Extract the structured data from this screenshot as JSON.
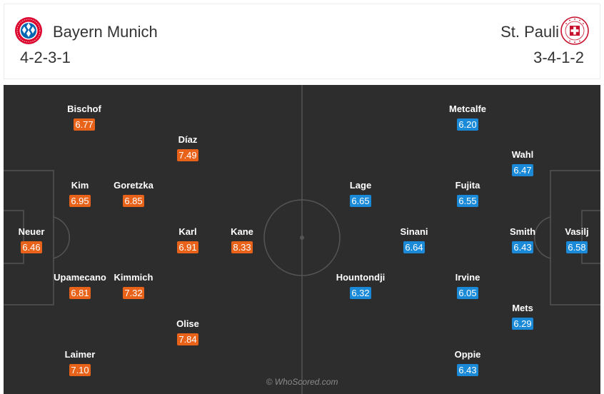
{
  "home": {
    "name": "Bayern Munich",
    "formation": "4-2-3-1",
    "crest_text": "FC BAYERN MÜNCHEN",
    "players": [
      {
        "name": "Neuer",
        "rating": "6.46"
      },
      {
        "name": "Bischof",
        "rating": "6.77"
      },
      {
        "name": "Kim",
        "rating": "6.95"
      },
      {
        "name": "Upamecano",
        "rating": "6.81"
      },
      {
        "name": "Laimer",
        "rating": "7.10"
      },
      {
        "name": "Goretzka",
        "rating": "6.85"
      },
      {
        "name": "Kimmich",
        "rating": "7.32"
      },
      {
        "name": "Díaz",
        "rating": "7.49"
      },
      {
        "name": "Karl",
        "rating": "6.91"
      },
      {
        "name": "Olise",
        "rating": "7.84"
      },
      {
        "name": "Kane",
        "rating": "8.33"
      }
    ]
  },
  "away": {
    "name": "St. Pauli",
    "formation": "3-4-1-2",
    "crest_text": "FC ST. PAULI 1910",
    "players": [
      {
        "name": "Vasilj",
        "rating": "6.58"
      },
      {
        "name": "Wahl",
        "rating": "6.47"
      },
      {
        "name": "Smith",
        "rating": "6.43"
      },
      {
        "name": "Mets",
        "rating": "6.29"
      },
      {
        "name": "Metcalfe",
        "rating": "6.20"
      },
      {
        "name": "Fujita",
        "rating": "6.55"
      },
      {
        "name": "Irvine",
        "rating": "6.05"
      },
      {
        "name": "Oppie",
        "rating": "6.43"
      },
      {
        "name": "Sinani",
        "rating": "6.64"
      },
      {
        "name": "Lage",
        "rating": "6.65"
      },
      {
        "name": "Hountondji",
        "rating": "6.32"
      }
    ]
  },
  "watermark": "© WhoScored.com",
  "colors": {
    "home_rating": "#e8621a",
    "away_rating": "#1a8ad8",
    "pitch": "#2d2d2d",
    "lines": "#555555"
  }
}
